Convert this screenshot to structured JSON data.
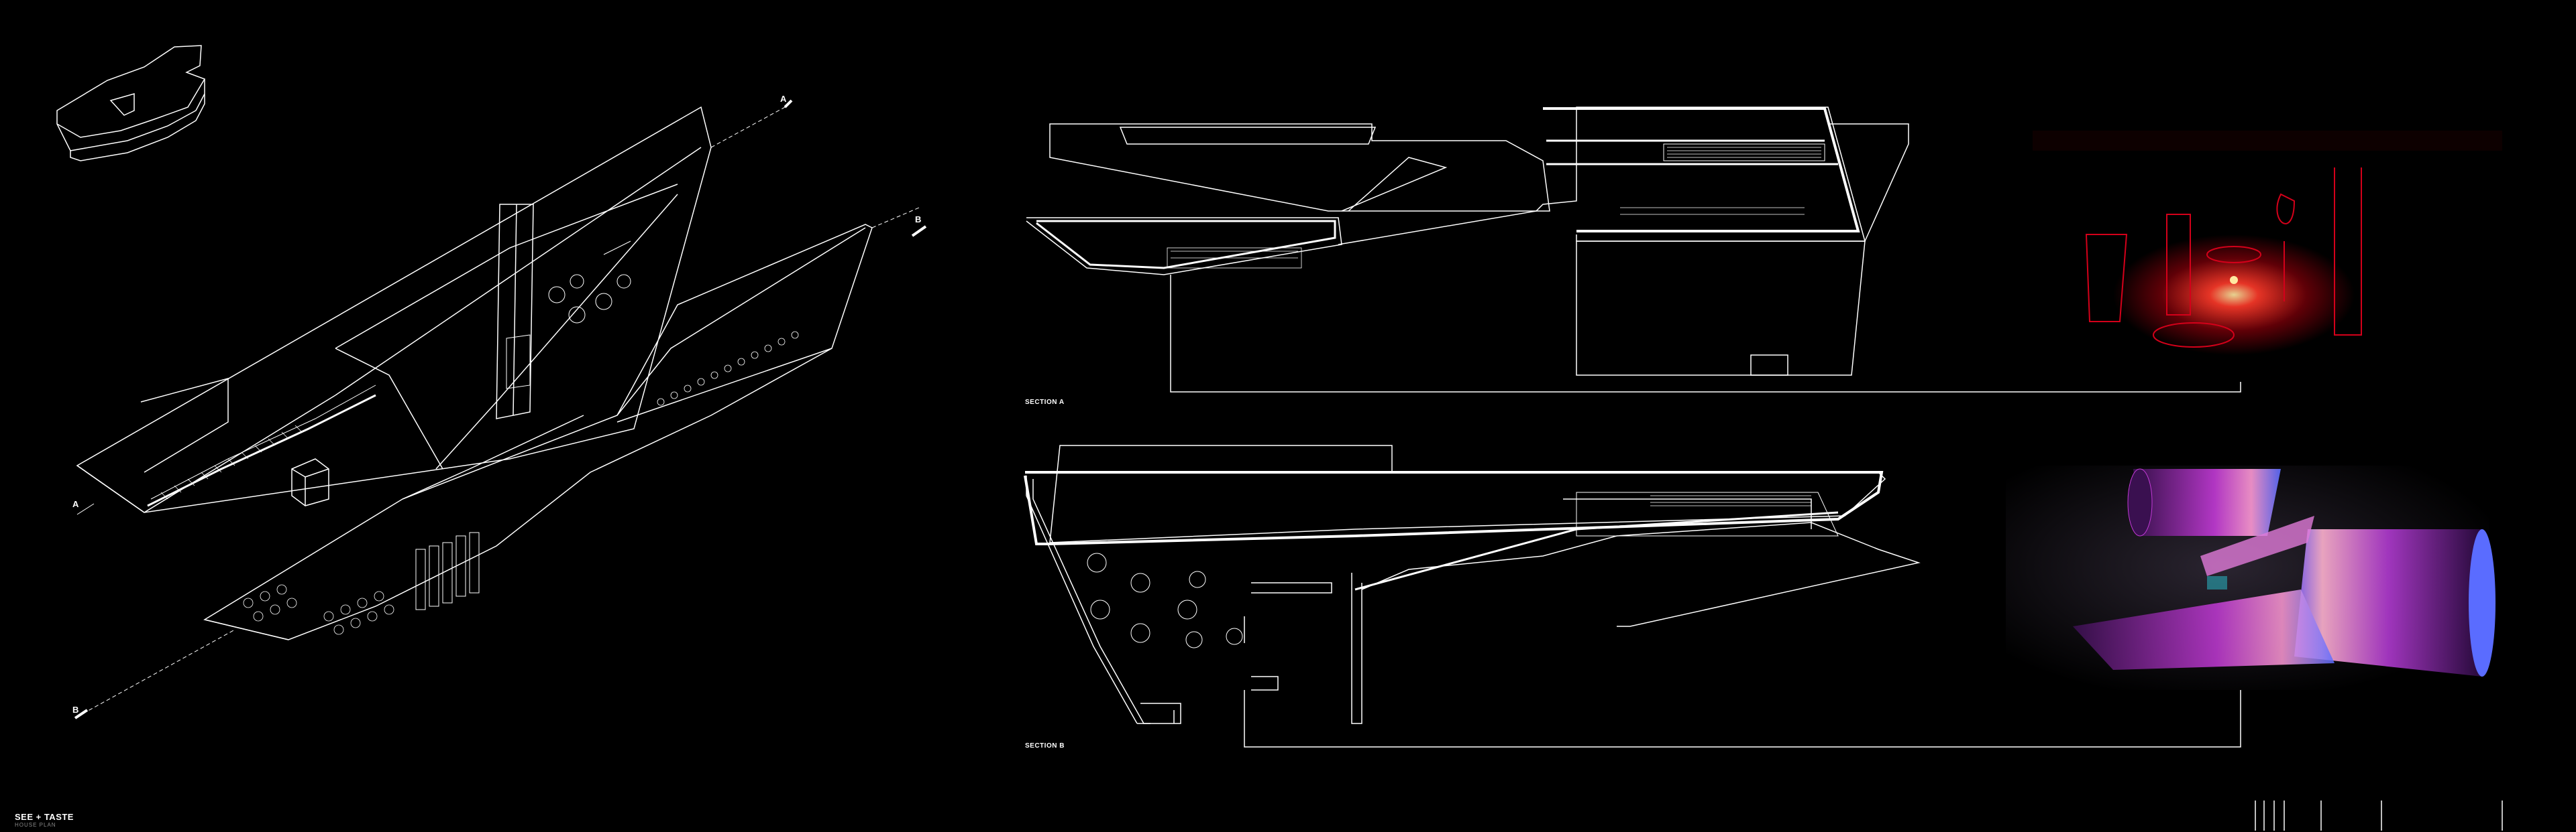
{
  "drawing": {
    "title": "SEE + TASTE",
    "subtitle": "HOUSE PLAN",
    "section_a_label": "SECTION A",
    "section_b_label": "SECTION B",
    "cut_line_a": "A",
    "cut_line_b": "B"
  },
  "colors": {
    "background": "#000000",
    "linework": "#ffffff",
    "photo_accent": "#d4001a",
    "render_accent": "#c040d8"
  }
}
